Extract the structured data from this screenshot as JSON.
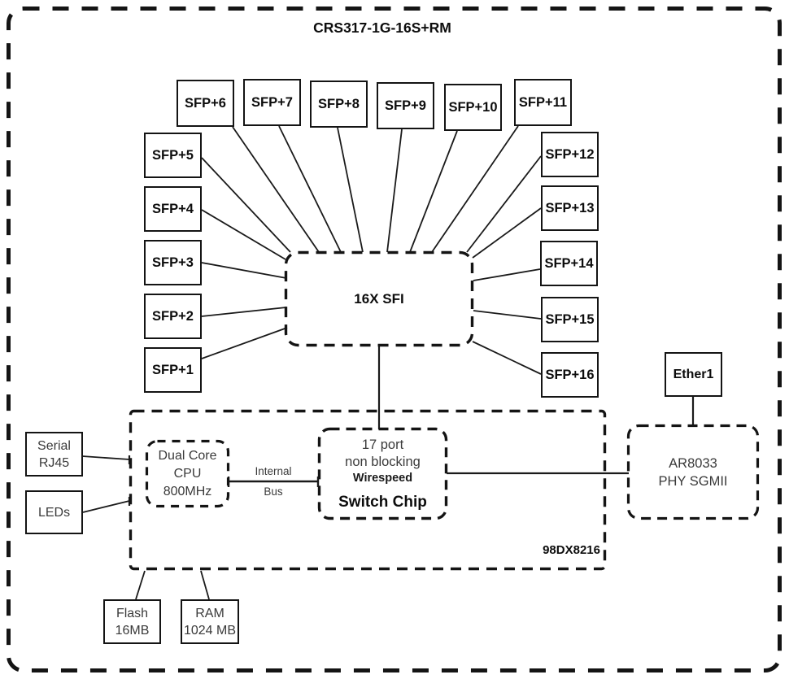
{
  "title": "CRS317-1G-16S+RM",
  "colors": {
    "ink": "#141414",
    "text_soft": "#3a3a3a",
    "text_strong": "#0d0d0d",
    "background": "#ffffff"
  },
  "diagram": {
    "sfp_ports": [
      "SFP+1",
      "SFP+2",
      "SFP+3",
      "SFP+4",
      "SFP+5",
      "SFP+6",
      "SFP+7",
      "SFP+8",
      "SFP+9",
      "SFP+10",
      "SFP+11",
      "SFP+12",
      "SFP+13",
      "SFP+14",
      "SFP+15",
      "SFP+16"
    ],
    "sfi_hub": {
      "label": "16X SFI"
    },
    "soc": {
      "chip_id": "98DX8216",
      "cpu": {
        "lines": [
          "Dual Core",
          "CPU",
          "800MHz"
        ]
      },
      "internal_bus": {
        "lines": [
          "Internal",
          "Bus"
        ]
      },
      "switch_chip": {
        "lines": [
          "17 port",
          "non blocking",
          "Wirespeed",
          "Switch Chip"
        ]
      }
    },
    "phy": {
      "lines": [
        "AR8033",
        "PHY SGMII"
      ]
    },
    "ether1": {
      "label": "Ether1"
    },
    "serial": {
      "lines": [
        "Serial",
        "RJ45"
      ]
    },
    "leds": {
      "label": "LEDs"
    },
    "flash": {
      "lines": [
        "Flash",
        "16MB"
      ]
    },
    "ram": {
      "lines": [
        "RAM",
        "1024 MB"
      ]
    }
  }
}
